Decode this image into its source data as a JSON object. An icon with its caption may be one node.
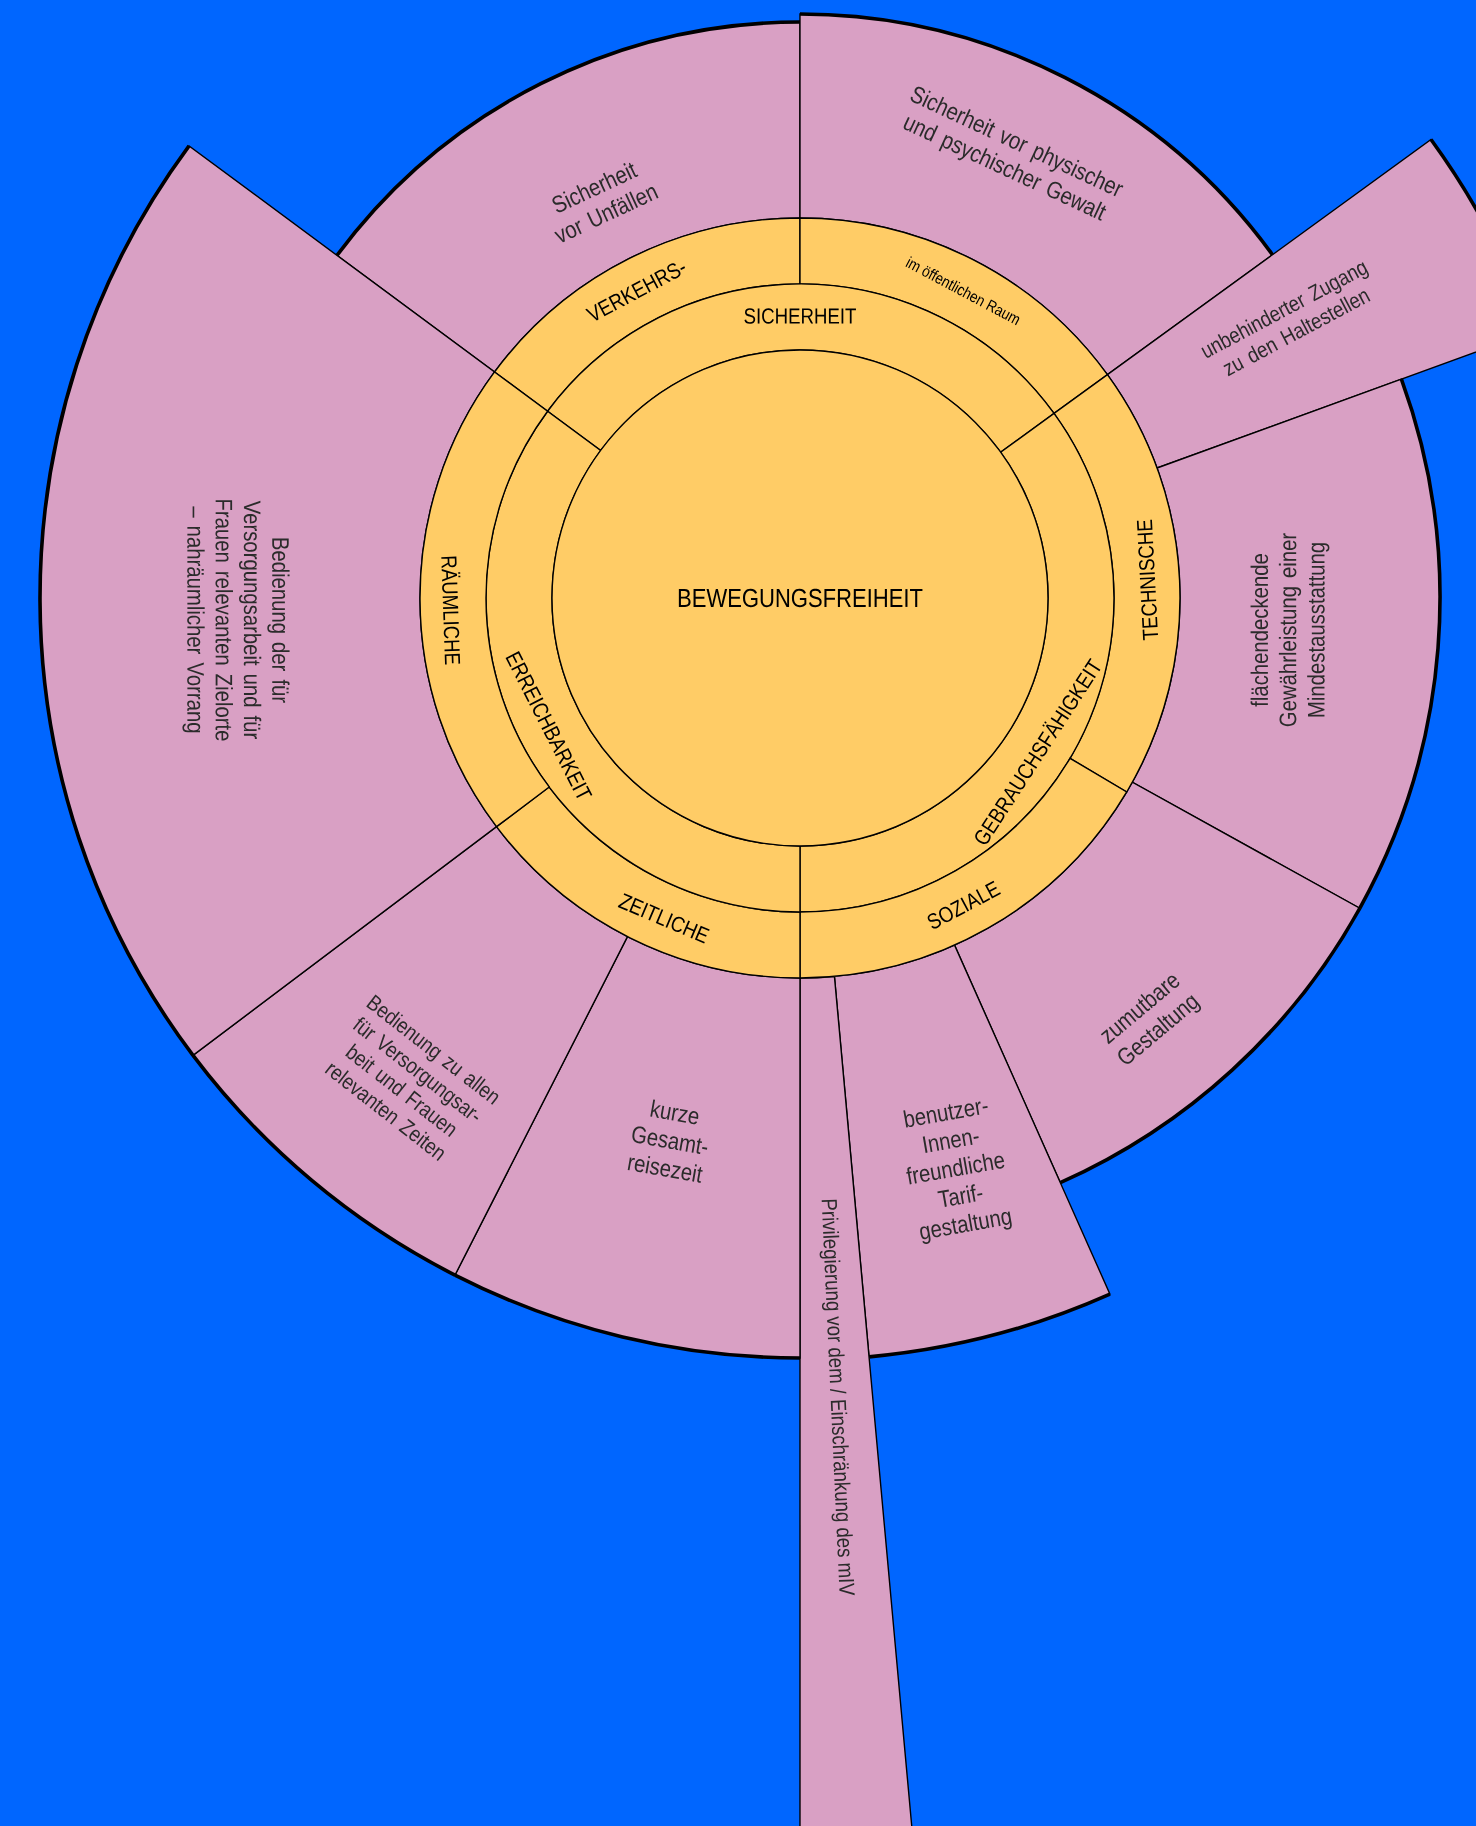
{
  "diagram": {
    "nodes": [
      {
        "text": [
          "BEWEGUNGSFREIHEIT"
        ]
      },
      {
        "text": [
          "VERKEHRS-"
        ]
      },
      {
        "text": [
          "im öffentlichen Raum"
        ]
      },
      {
        "text": [
          "SICHERHEIT"
        ]
      },
      {
        "text": [
          "TECHNISCHE"
        ]
      },
      {
        "text": [
          "GEBRAUCHSFÄHIGKEIT"
        ]
      },
      {
        "text": [
          "SOZIALE"
        ]
      },
      {
        "text": [
          "ZEITLICHE"
        ]
      },
      {
        "text": [
          "ERREICHBARKEIT"
        ]
      },
      {
        "text": [
          "RÄUMLICHE"
        ]
      },
      {
        "text": [
          "Sicherheit vor Unfällen"
        ]
      },
      {
        "text": [
          "Sicherheit vor physischer und psychischer Gewalt"
        ]
      },
      {
        "text": [
          "unbehinderter Zugang zu den Haltestellen"
        ]
      },
      {
        "text": [
          "flächendeckende Gewährleistung einer Mindestausstattung"
        ]
      },
      {
        "text": [
          "zumutbare Gestaltung"
        ]
      },
      {
        "text": [
          "benutzer- Innen- freundliche Tarif- gestaltung"
        ]
      },
      {
        "text": [
          "Privilegierung vor dem / Einschränkung des mIV"
        ]
      },
      {
        "text": [
          "kurze Gesamt- reisezeit"
        ]
      },
      {
        "text": [
          "Bedienung zu allen für Versorgungsar- beit und Frauen relevanten Zeiten"
        ]
      },
      {
        "text": [
          "Bedienung der für Versorgungsarbeit und für Frauen relevanten Zielorte – nahräumlicher Vorrang"
        ]
      }
    ]
  }
}
